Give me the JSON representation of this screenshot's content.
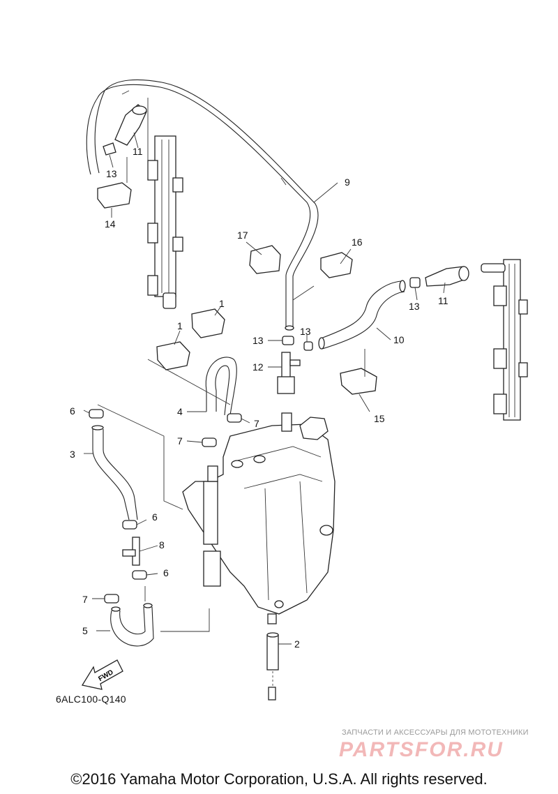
{
  "diagram": {
    "code": "6ALC100-Q140",
    "fwd_label": "FWD",
    "callouts": {
      "c1a": "1",
      "c1b": "1",
      "c2": "2",
      "c3": "3",
      "c4": "4",
      "c5": "5",
      "c6a": "6",
      "c6b": "6",
      "c6c": "6",
      "c7a": "7",
      "c7b": "7",
      "c7c": "7",
      "c8": "8",
      "c9": "9",
      "c10": "10",
      "c11a": "11",
      "c11b": "11",
      "c12": "12",
      "c13a": "13",
      "c13b": "13",
      "c13c": "13",
      "c13d": "13",
      "c14": "14",
      "c15": "15",
      "c16": "16",
      "c17": "17"
    }
  },
  "watermark": {
    "tagline": "ЗАПЧАСТИ И АКСЕССУАРЫ ДЛЯ МОТОТЕХНИКИ",
    "logo": "PARTSFOR.RU"
  },
  "footer": {
    "copyright": "©2016 Yamaha Motor Corporation, U.S.A. All rights reserved."
  }
}
